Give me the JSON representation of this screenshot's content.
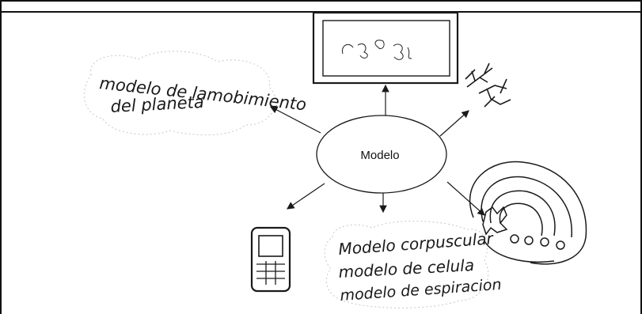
{
  "center": {
    "label": "Modelo"
  },
  "notes": {
    "planet_line1": "modelo de lamobimiento",
    "planet_line2": "del planeta",
    "bottom_line1": "Modelo corpuscular",
    "bottom_line2": "modelo de celula",
    "bottom_line3": "modelo de espiracion"
  },
  "colors": {
    "ink": "#1a1a1a",
    "background": "#ffffff"
  },
  "icons": [
    "tv-screen-icon",
    "branch-sketch-icon",
    "atom-orbits-icon",
    "cellphone-icon"
  ]
}
